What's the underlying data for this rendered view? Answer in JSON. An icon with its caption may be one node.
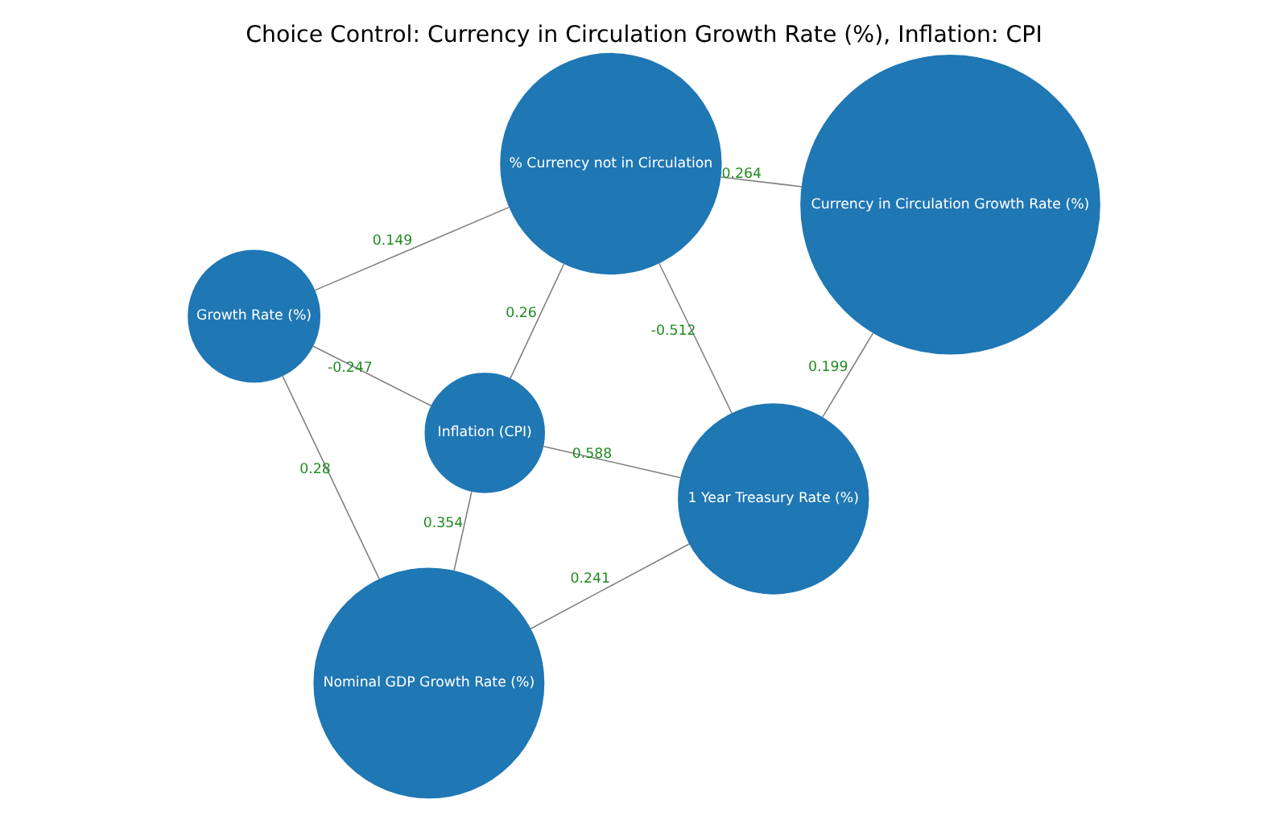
{
  "diagram": {
    "title": "Choice Control: Currency in Circulation Growth Rate (%), Inflation: CPI",
    "nodes": [
      {
        "text": [
          "Nominal GDP Growth Rate (%)"
        ]
      },
      {
        "text": [
          "1 Year Treasury Rate (%)"
        ]
      },
      {
        "text": [
          "Inflation (CPI)"
        ]
      },
      {
        "text": [
          "Growth Rate (%)"
        ]
      },
      {
        "text": [
          "% Currency not in Circulation"
        ]
      },
      {
        "text": [
          "Currency in Circulation Growth Rate (%)"
        ]
      }
    ],
    "edges": [
      {
        "from": 0,
        "to": 3,
        "arrow": "none",
        "label": "0.28"
      },
      {
        "from": 0,
        "to": 2,
        "arrow": "none",
        "label": "0.354"
      },
      {
        "from": 0,
        "to": 1,
        "arrow": "none",
        "label": "0.241"
      },
      {
        "from": 2,
        "to": 1,
        "arrow": "none",
        "label": "0.588"
      },
      {
        "from": 3,
        "to": 2,
        "arrow": "none",
        "label": "-0.247"
      },
      {
        "from": 2,
        "to": 4,
        "arrow": "none",
        "label": "0.26"
      },
      {
        "from": 1,
        "to": 4,
        "arrow": "none",
        "label": "-0.512"
      },
      {
        "from": 1,
        "to": 5,
        "arrow": "none",
        "label": "0.199"
      },
      {
        "from": 3,
        "to": 4,
        "arrow": "none",
        "label": "0.149"
      },
      {
        "from": 4,
        "to": 5,
        "arrow": "none",
        "label": "0.264"
      }
    ]
  }
}
